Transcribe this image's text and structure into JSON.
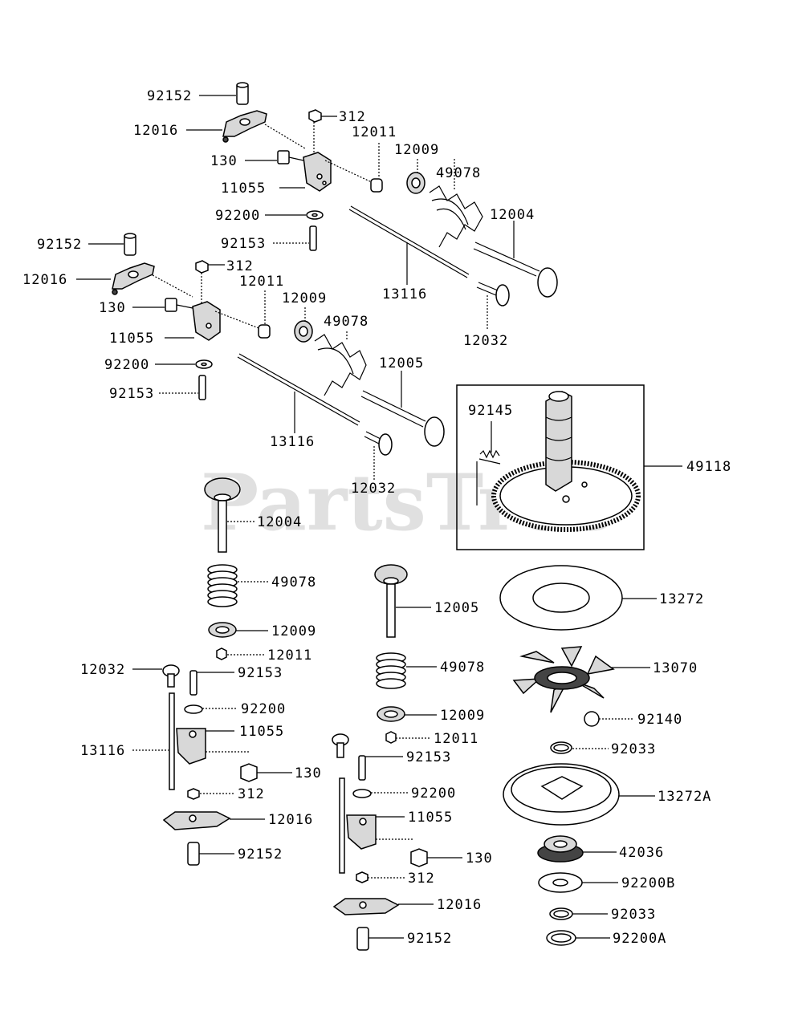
{
  "watermark": "PartsTree",
  "callouts": {
    "top_92152": "92152",
    "top_12016": "12016",
    "top_312": "312",
    "top_12011": "12011",
    "top_130": "130",
    "top_12009": "12009",
    "top_49078": "49078",
    "top_11055": "11055",
    "top_12004": "12004",
    "top_92200": "92200",
    "top_92153": "92153",
    "top_13116": "13116",
    "top_12032": "12032",
    "mid_92152": "92152",
    "mid_312": "312",
    "mid_12016": "12016",
    "mid_12011": "12011",
    "mid_130": "130",
    "mid_12009": "12009",
    "mid_49078": "49078",
    "mid_11055": "11055",
    "mid_92200": "92200",
    "mid_12005": "12005",
    "mid_92153": "92153",
    "mid_13116": "13116",
    "mid_12032": "12032",
    "cam_92145": "92145",
    "cam_49118": "49118",
    "left_12004": "12004",
    "left_49078": "49078",
    "left_12009": "12009",
    "left_12011": "12011",
    "left_12032": "12032",
    "left_92153": "92153",
    "left_92200": "92200",
    "left_13116": "13116",
    "left_11055": "11055",
    "left_130": "130",
    "left_312": "312",
    "left_12016": "12016",
    "left_92152": "92152",
    "ctr_12005": "12005",
    "ctr_49078": "49078",
    "ctr_12009": "12009",
    "ctr_12011": "12011",
    "ctr_92153": "92153",
    "ctr_92200": "92200",
    "ctr_11055": "11055",
    "ctr_130": "130",
    "ctr_312": "312",
    "ctr_12016": "12016",
    "ctr_92152": "92152",
    "right_13272": "13272",
    "right_13070": "13070",
    "right_92140": "92140",
    "right_92033a": "92033",
    "right_13272A": "13272A",
    "right_42036": "42036",
    "right_92200B": "92200B",
    "right_92033b": "92033",
    "right_92200A": "92200A"
  }
}
